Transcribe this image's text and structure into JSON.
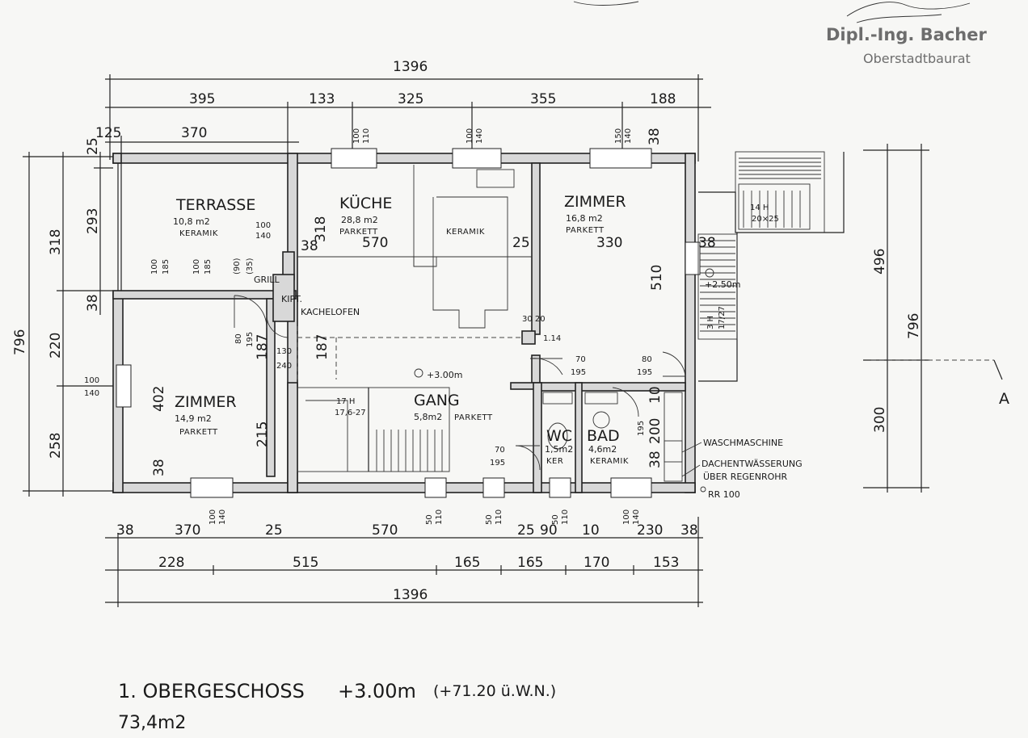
{
  "stamp": {
    "name": "Dipl.-Ing. Bacher",
    "role": "Oberstadtbaurat"
  },
  "dimensions": {
    "top_total": "1396",
    "top_row1": [
      "395",
      "133",
      "325",
      "355",
      "188"
    ],
    "top_row2": [
      "125",
      "370"
    ],
    "left_outer": [
      "796"
    ],
    "left_mid": [
      "318",
      "220",
      "258"
    ],
    "left_inner": [
      "25",
      "293",
      "38"
    ],
    "right_outer": [
      "796"
    ],
    "right_inner": [
      "496",
      "300"
    ],
    "bottom_row1": [
      "38",
      "370",
      "25",
      "570",
      "25",
      "90",
      "10",
      "230",
      "38"
    ],
    "bottom_row2": [
      "228",
      "515",
      "165",
      "165",
      "170",
      "153"
    ],
    "bottom_total": "1396",
    "windows_top": [
      "100",
      "110",
      "100",
      "140",
      "150",
      "140"
    ],
    "windows_bottom": [
      "100",
      "140",
      "50",
      "110",
      "50",
      "110",
      "50",
      "110",
      "100",
      "140"
    ],
    "interior": {
      "kuche_318": "318",
      "kuche_570": "570",
      "kuche_25": "25",
      "kuche_38": "38",
      "zimmer_330": "330",
      "zimmer_38": "38",
      "zimmer_510": "510",
      "top_38": "38",
      "terrasse_door": "100",
      "terrasse_door2": "140",
      "win_a1": "100",
      "win_a2": "185",
      "win_b1": "100",
      "win_b2": "185",
      "win_c1": "(90)",
      "win_c2": "(35)",
      "door_80": "80",
      "door_195": "195",
      "d187a": "187",
      "d187b": "187",
      "d130": "130",
      "d240": "240",
      "d402": "402",
      "d215": "215",
      "d38": "38",
      "door_g70": "70",
      "door_g195": "195",
      "door_z80": "80",
      "door_z195": "195",
      "door_wc70": "70",
      "door_wc195": "195",
      "bad_195": "195",
      "bad_200": "200",
      "bad_10": "10",
      "bad_38": "38",
      "schacht": "30 20",
      "d114": "1.14"
    }
  },
  "rooms": [
    {
      "name": "TERRASSE",
      "area": "10,8 m2",
      "floor": "KERAMIK"
    },
    {
      "name": "KÜCHE",
      "area": "28,8 m2",
      "floor": "PARKETT"
    },
    {
      "name": "ZIMMER",
      "area": "16,8 m2",
      "floor": "PARKETT"
    },
    {
      "name": "ZIMMER",
      "area": "14,9 m2",
      "floor": "PARKETT"
    },
    {
      "name": "GANG",
      "area": "5,8m2",
      "floor": "PARKETT"
    },
    {
      "name": "WC",
      "area": "1,5m2",
      "floor": "KER"
    },
    {
      "name": "BAD",
      "area": "4,6m2",
      "floor": "KERAMIK"
    }
  ],
  "labels": {
    "kitchen_island": "KERAMIK",
    "grill": "GRILL",
    "kachelofen_top": "KIPT.",
    "kachelofen": "KACHELOFEN",
    "level_gang": "+3.00m",
    "level_terrace": "+2.50m",
    "stair_main_a": "17 H",
    "stair_main_b": "17,6-27",
    "stair_ext_a": "14 H",
    "stair_ext_b": "20×25",
    "stair_side_a": "3 H",
    "stair_side_b": "17/27",
    "washer": "WASCHMASCHINE",
    "drain1": "DACHENTWÄSSERUNG",
    "drain2": "ÜBER REGENROHR",
    "rr": "RR 100",
    "section": "A"
  },
  "title": {
    "floor": "1. OBERGESCHOSS",
    "level": "+3.00m",
    "abs": "(+71.20 ü.W.N.)",
    "area": "73,4m2"
  }
}
